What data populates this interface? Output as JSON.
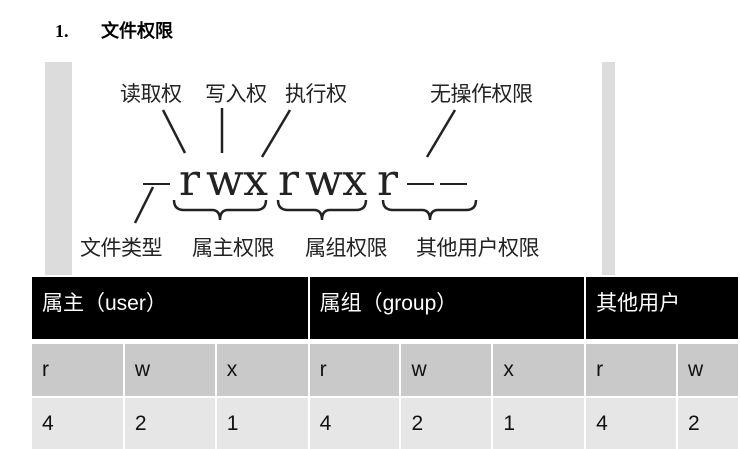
{
  "heading": {
    "number": "1.",
    "title": "文件权限"
  },
  "figure": {
    "top_labels": [
      "读取权",
      "写入权",
      "执行权",
      "无操作权限"
    ],
    "permission_string": "-rwxrwxr--",
    "bottom_labels": [
      "文件类型",
      "属主权限",
      "属组权限",
      "其他用户权限"
    ]
  },
  "table": {
    "headers": [
      "属主（user）",
      "属组（group）",
      "其他用户"
    ],
    "letters": [
      "r",
      "w",
      "x",
      "r",
      "w",
      "x",
      "r",
      "w"
    ],
    "values": [
      "4",
      "2",
      "1",
      "4",
      "2",
      "1",
      "4",
      "2"
    ]
  }
}
